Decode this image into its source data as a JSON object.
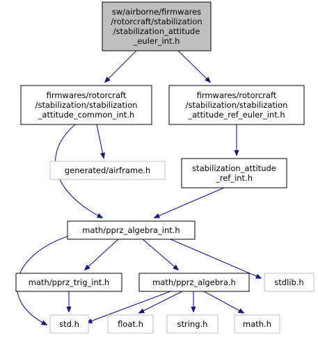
{
  "colors": {
    "edge": "#191970",
    "root_fill": "#bfbfbf",
    "node_fill": "#ffffff",
    "node_stroke": "#000000",
    "missing_stroke": "#bfbfbf",
    "missing_text": "#000000"
  },
  "nodes": [
    {
      "id": "root",
      "lines": [
        "sw/airborne/firmwares",
        "/rotorcraft/stabilization",
        "/stabilization_attitude",
        "_euler_int.h"
      ],
      "kind": "root"
    },
    {
      "id": "common",
      "lines": [
        "firmwares/rotorcraft",
        "/stabilization/stabilization",
        "_attitude_common_int.h"
      ],
      "kind": "normal"
    },
    {
      "id": "refeuler",
      "lines": [
        "firmwares/rotorcraft",
        "/stabilization/stabilization",
        "_attitude_ref_euler_int.h"
      ],
      "kind": "normal"
    },
    {
      "id": "airframe",
      "lines": [
        "generated/airframe.h"
      ],
      "kind": "missing"
    },
    {
      "id": "refint",
      "lines": [
        "stabilization_attitude",
        "_ref_int.h"
      ],
      "kind": "normal"
    },
    {
      "id": "algint",
      "lines": [
        "math/pprz_algebra_int.h"
      ],
      "kind": "normal"
    },
    {
      "id": "trig",
      "lines": [
        "math/pprz_trig_int.h"
      ],
      "kind": "normal"
    },
    {
      "id": "alg",
      "lines": [
        "math/pprz_algebra.h"
      ],
      "kind": "normal"
    },
    {
      "id": "stdlib",
      "lines": [
        "stdlib.h"
      ],
      "kind": "missing"
    },
    {
      "id": "std",
      "lines": [
        "std.h"
      ],
      "kind": "missing"
    },
    {
      "id": "float",
      "lines": [
        "float.h"
      ],
      "kind": "missing"
    },
    {
      "id": "string",
      "lines": [
        "string.h"
      ],
      "kind": "missing"
    },
    {
      "id": "math",
      "lines": [
        "math.h"
      ],
      "kind": "missing"
    }
  ],
  "edges": [
    {
      "from": "root",
      "to": "common"
    },
    {
      "from": "root",
      "to": "refeuler"
    },
    {
      "from": "common",
      "to": "airframe"
    },
    {
      "from": "common",
      "to": "algint"
    },
    {
      "from": "refeuler",
      "to": "refint"
    },
    {
      "from": "refint",
      "to": "algint"
    },
    {
      "from": "algint",
      "to": "std"
    },
    {
      "from": "algint",
      "to": "trig"
    },
    {
      "from": "algint",
      "to": "alg"
    },
    {
      "from": "algint",
      "to": "stdlib"
    },
    {
      "from": "trig",
      "to": "std"
    },
    {
      "from": "alg",
      "to": "std"
    },
    {
      "from": "alg",
      "to": "float"
    },
    {
      "from": "alg",
      "to": "string"
    },
    {
      "from": "alg",
      "to": "math"
    }
  ]
}
